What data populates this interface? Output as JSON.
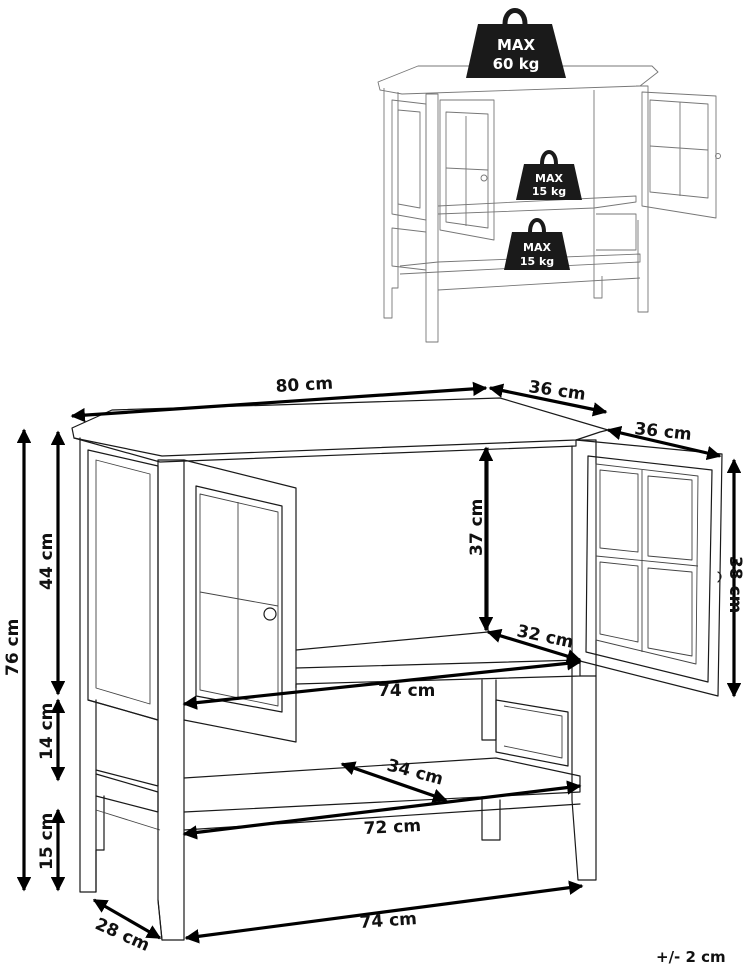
{
  "weights": {
    "top": {
      "line1": "MAX",
      "line2": "60 kg"
    },
    "middle": {
      "line1": "MAX",
      "line2": "15 kg"
    },
    "bottom": {
      "line1": "MAX",
      "line2": "15 kg"
    }
  },
  "dimensions": {
    "width_top": "80 cm",
    "depth_top": "36 cm",
    "door_width": "36 cm",
    "door_height": "38 cm",
    "height_total": "76 cm",
    "height_upper": "44 cm",
    "height_middle": "14 cm",
    "height_bottom": "15 cm",
    "inner_height": "37 cm",
    "inner_depth": "32 cm",
    "inner_width": "74 cm",
    "shelf_depth": "34 cm",
    "shelf_width": "72 cm",
    "base_width": "74 cm",
    "base_depth": "28 cm"
  },
  "tolerance": "+/- 2 cm"
}
